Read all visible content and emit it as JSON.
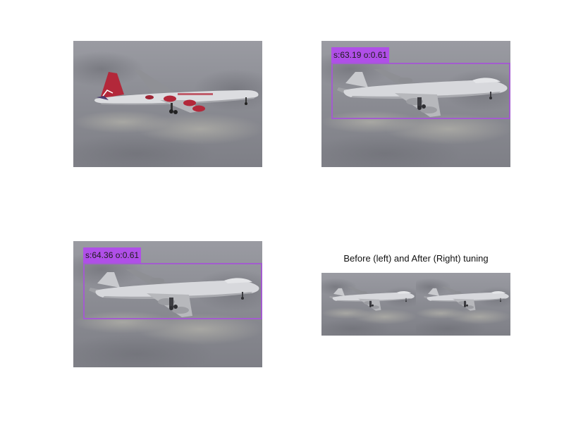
{
  "panels": {
    "top_left": {},
    "top_right": {
      "detection_label": "s:63.19 o:0.61"
    },
    "bottom_left": {
      "detection_label": "s:64.36 o:0.61"
    },
    "bottom_right": {
      "title": "Before (left) and After (Right) tuning"
    }
  },
  "colors": {
    "sky": "#8c8d94",
    "bbox": "#a35ccf",
    "label_bg": "#b04fe8",
    "virgin_red": "#b3283a"
  }
}
